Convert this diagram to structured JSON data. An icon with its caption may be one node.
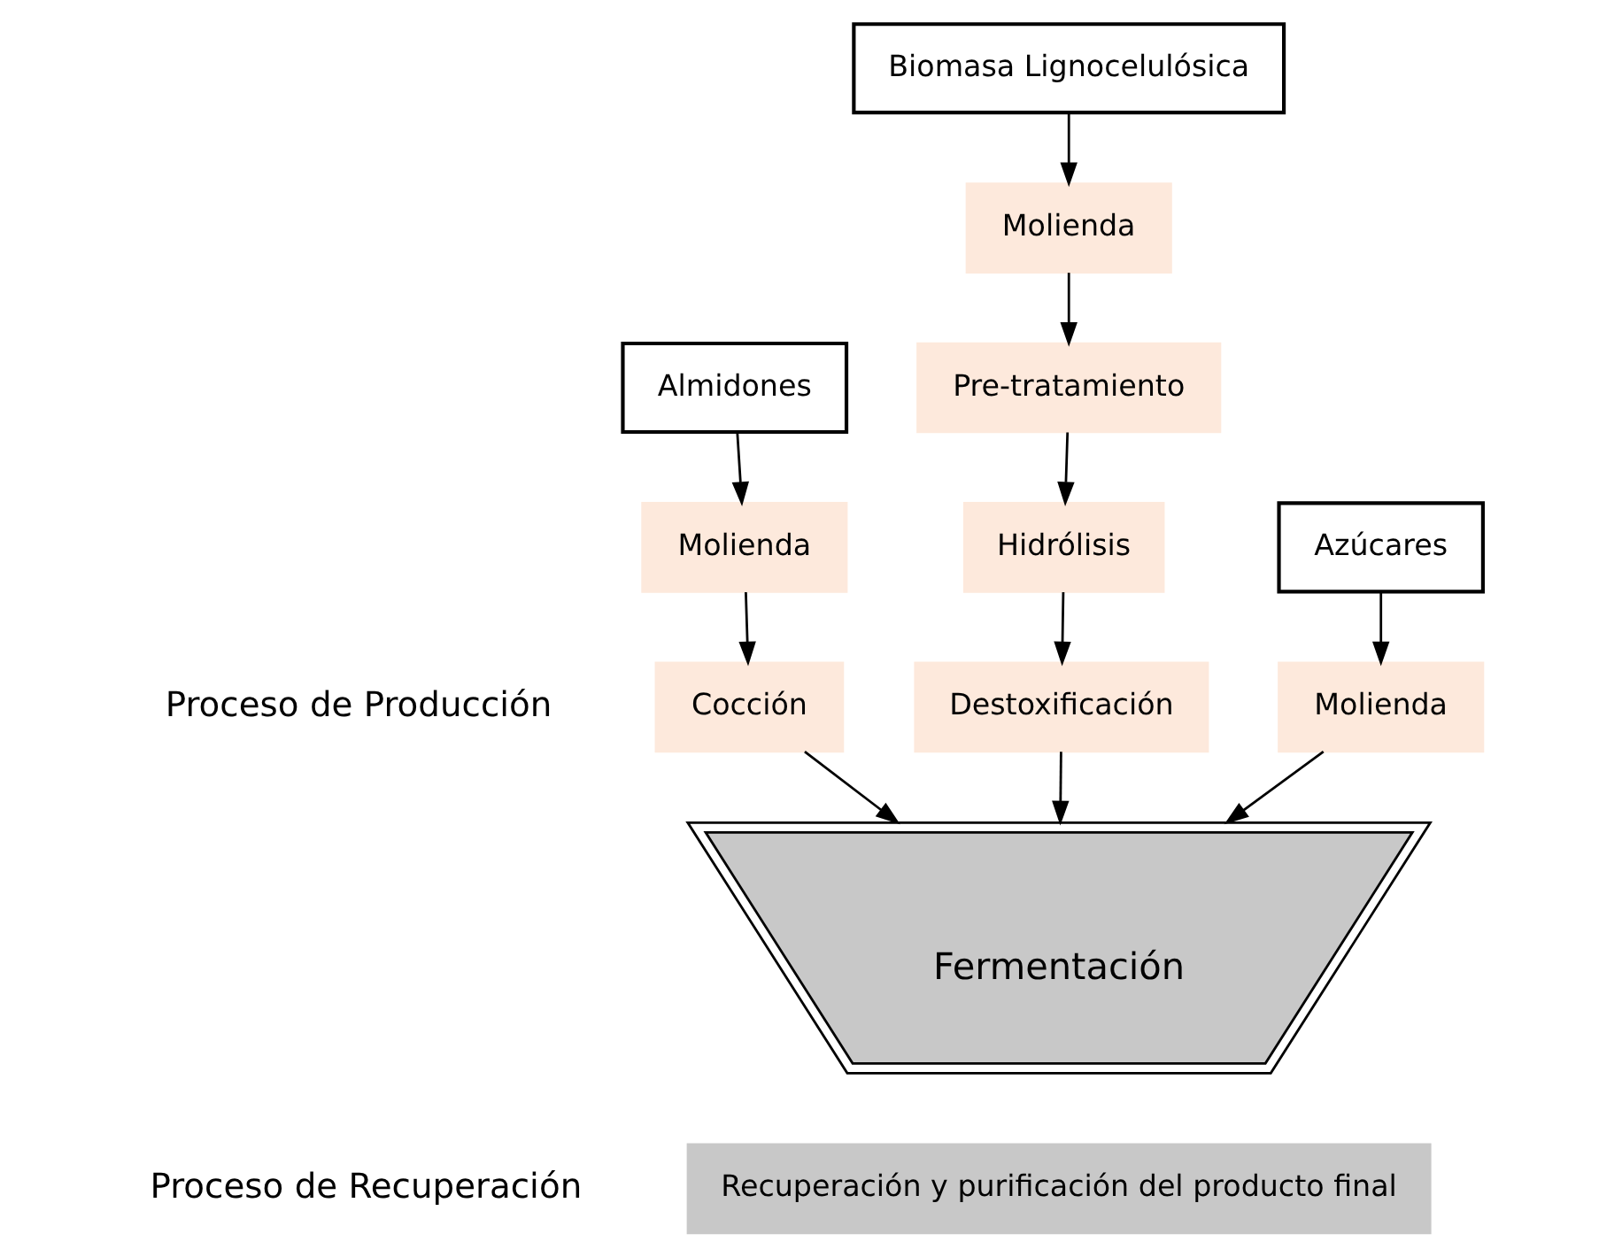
{
  "diagram": {
    "nodes": [
      {
        "text": [
          "Azúcares"
        ]
      },
      {
        "text": [
          "Almidones"
        ]
      },
      {
        "text": [
          "Biomasa Lignocelulósica"
        ]
      },
      {
        "text": [
          "Molienda"
        ]
      },
      {
        "text": [
          "Molienda"
        ]
      },
      {
        "text": [
          "Cocción"
        ]
      },
      {
        "text": [
          "Molienda"
        ]
      },
      {
        "text": [
          "Pre-tratamiento"
        ]
      },
      {
        "text": [
          "Hidrólisis"
        ]
      },
      {
        "text": [
          "Destoxificación"
        ]
      },
      {
        "text": [
          "Fermentación"
        ]
      },
      {
        "text": [
          "Recuperación y purificación del producto final"
        ]
      }
    ],
    "edges": [
      {
        "from": 0,
        "to": 3,
        "arrow": "to"
      },
      {
        "from": 3,
        "to": 10,
        "arrow": "to"
      },
      {
        "from": 1,
        "to": 4,
        "arrow": "to"
      },
      {
        "from": 4,
        "to": 5,
        "arrow": "to"
      },
      {
        "from": 5,
        "to": 10,
        "arrow": "to"
      },
      {
        "from": 2,
        "to": 6,
        "arrow": "to"
      },
      {
        "from": 6,
        "to": 7,
        "arrow": "to"
      },
      {
        "from": 7,
        "to": 8,
        "arrow": "to"
      },
      {
        "from": 8,
        "to": 9,
        "arrow": "to"
      },
      {
        "from": 9,
        "to": 10,
        "arrow": "to"
      }
    ],
    "labels": [
      "Proceso de Producción",
      "Proceso de Recuperación"
    ]
  }
}
